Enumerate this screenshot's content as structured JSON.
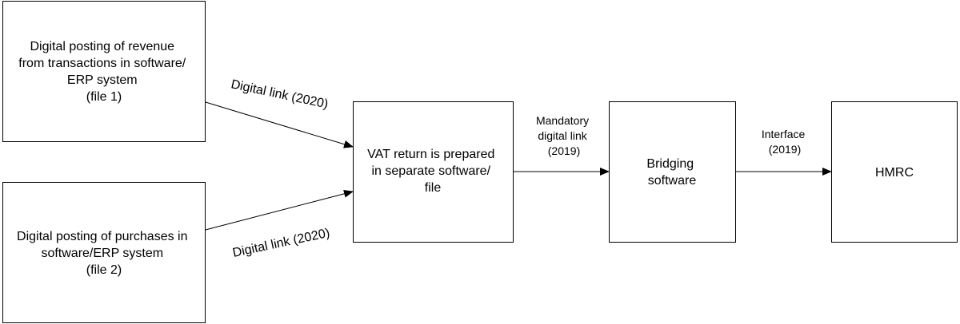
{
  "nodes": {
    "revenue_file": {
      "lines": [
        "Digital posting of revenue",
        "from transactions in software/",
        "ERP system",
        "(file 1)"
      ]
    },
    "purchases_file": {
      "lines": [
        "Digital posting of purchases in",
        "software/ERP system",
        "(file 2)"
      ]
    },
    "vat_return": {
      "lines": [
        "VAT return is prepared",
        "in separate software/",
        "file"
      ]
    },
    "bridging_software": {
      "lines": [
        "Bridging",
        "software"
      ]
    },
    "hmrc": {
      "lines": [
        "HMRC"
      ]
    }
  },
  "edges": {
    "revenue_to_vat": {
      "label": "Digital link (2020)"
    },
    "purchases_to_vat": {
      "label": "Digital link (2020)"
    },
    "vat_to_bridging": {
      "lines": [
        "Mandatory",
        "digital link",
        "(2019)"
      ]
    },
    "bridging_to_hmrc": {
      "lines": [
        "Interface",
        "(2019)"
      ]
    }
  },
  "colors": {
    "stroke": "#000000",
    "fill": "#ffffff",
    "text": "#000000"
  }
}
